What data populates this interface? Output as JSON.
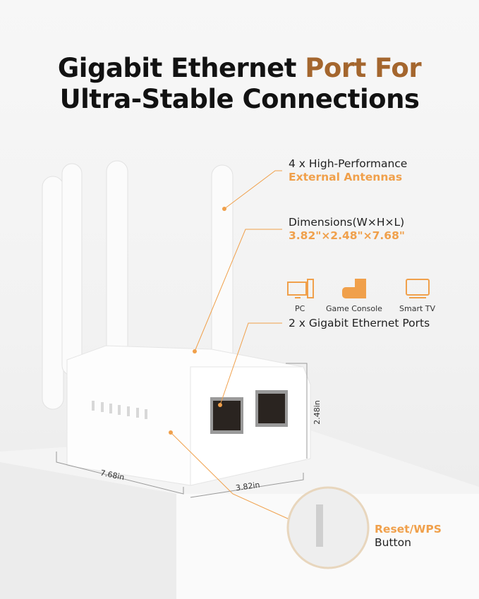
{
  "title": {
    "line1_a": "Gigabit Ethernet ",
    "line1_b": "Port For",
    "line2": "Ultra-Stable Connections"
  },
  "callouts": {
    "antennas": {
      "line1": "4 x High-Performance",
      "line2": "External Antennas"
    },
    "dimensions": {
      "line1": "Dimensions(W×H×L)",
      "line2": "3.82\"×2.48\"×7.68\""
    },
    "devices": [
      {
        "label": "PC",
        "icon": "pc-icon"
      },
      {
        "label": "Game Console",
        "icon": "game-console-icon"
      },
      {
        "label": "Smart TV",
        "icon": "smart-tv-icon"
      }
    ],
    "ports": "2 x Gigabit Ethernet Ports",
    "reset": {
      "line1": "Reset/WPS",
      "line2": "Button"
    }
  },
  "measurements": {
    "length": "7.68in",
    "width": "3.82in",
    "height": "2.48in"
  },
  "colors": {
    "accent": "#f0a04b",
    "title_accent": "#a4662e",
    "text": "#121212"
  }
}
